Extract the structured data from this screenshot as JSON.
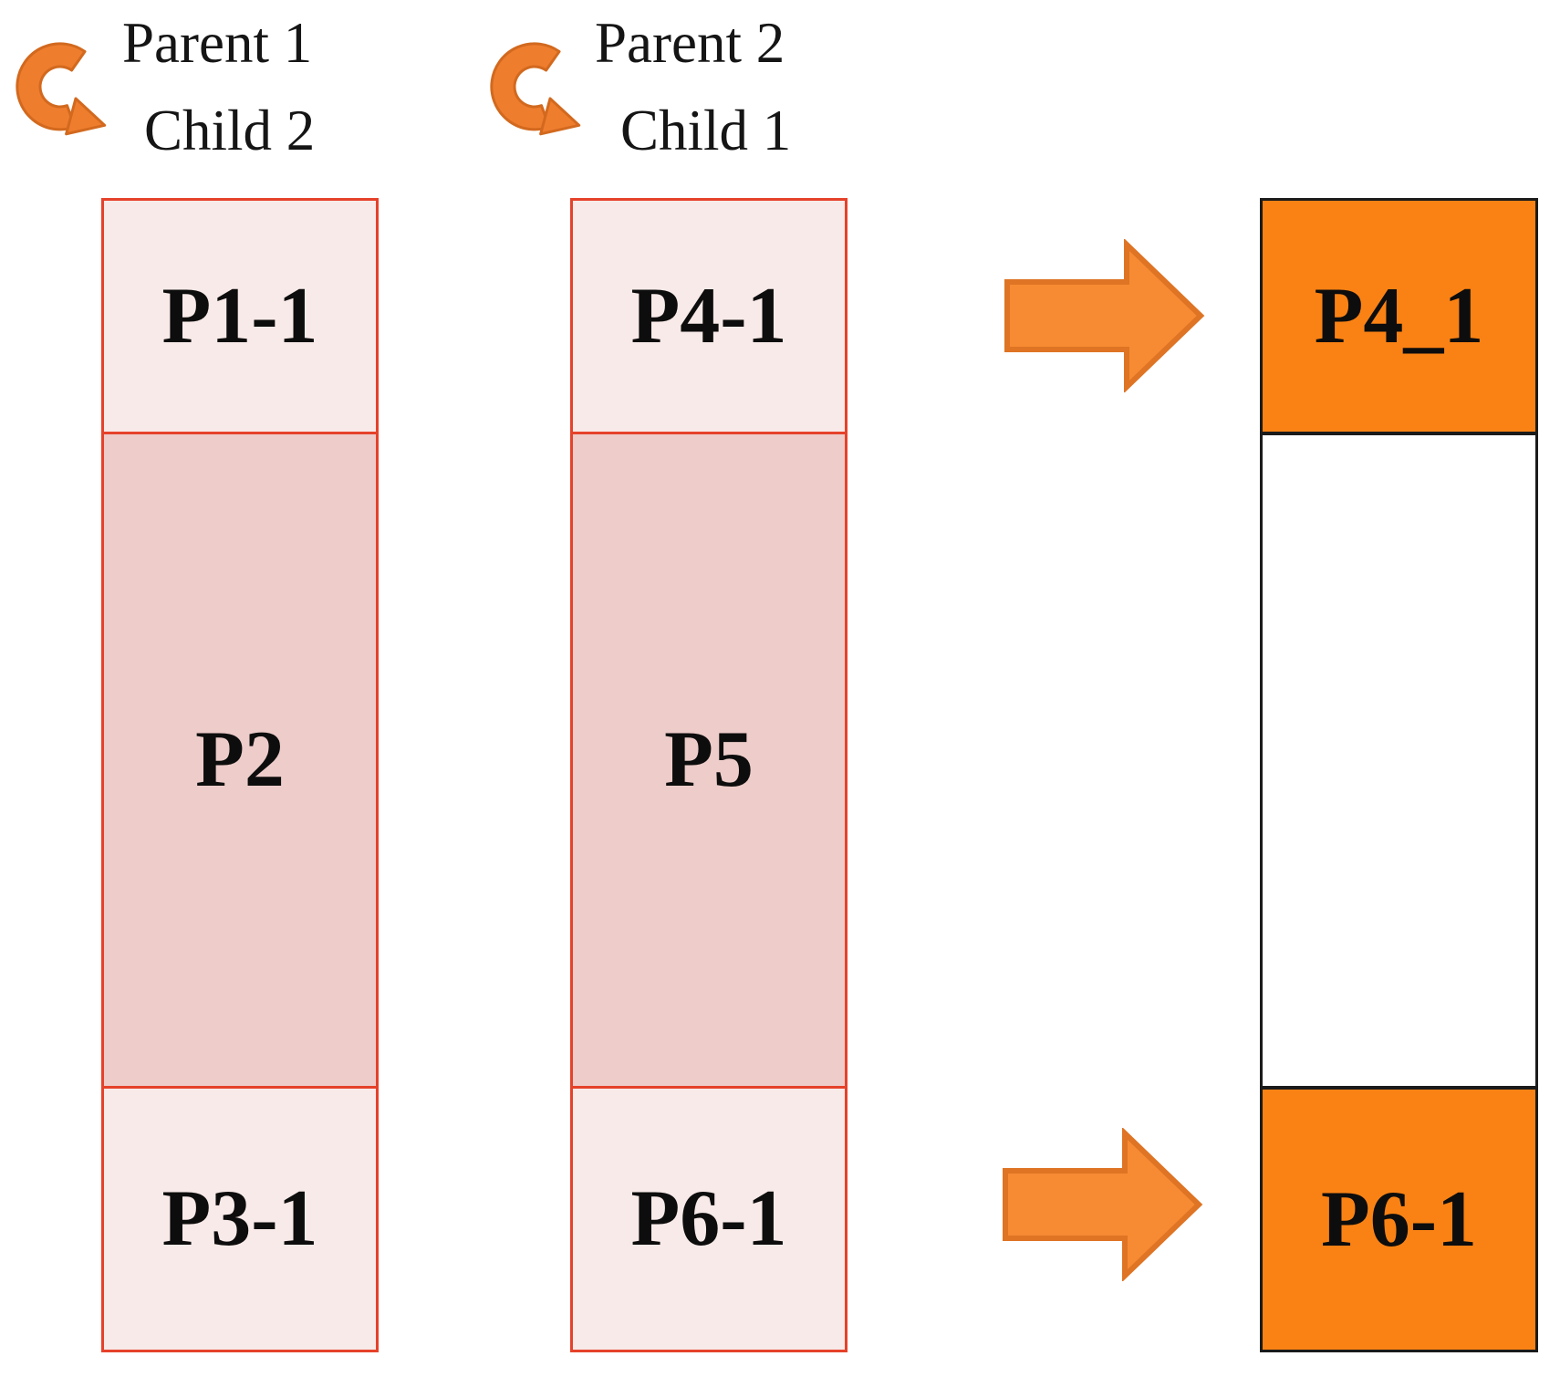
{
  "diagram": {
    "annotations": [
      {
        "parent": "Parent 1",
        "child": "Child 2"
      },
      {
        "parent": "Parent 2",
        "child": "Child 1"
      }
    ],
    "parent1_column": {
      "segments": [
        "P1-1",
        "P2",
        "P3-1"
      ]
    },
    "parent2_column": {
      "segments": [
        "P4-1",
        "P5",
        "P6-1"
      ]
    },
    "child_column": {
      "segments": [
        "P4_1",
        "",
        "P6-1"
      ]
    },
    "colors": {
      "light_pink_segment": "#F8EAE8",
      "mid_pink_segment": "#EDCCC9",
      "red_column_border": "#E5422B",
      "orange_segment": "#FA8214",
      "black_column_border": "#1B1B1B",
      "arrow_fill": "#F78B33",
      "arrow_stroke": "#DE7424",
      "curved_arrow_fill": "#EF7D2E",
      "curved_arrow_stroke": "#D2691E",
      "text": "#0D0D0D"
    }
  }
}
